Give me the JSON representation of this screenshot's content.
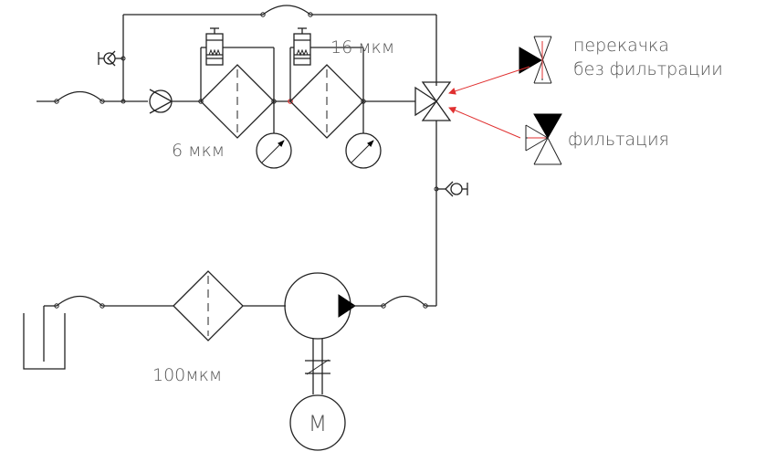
{
  "labels": {
    "filter_fine": "6 мкм",
    "filter_medium": "16 мкм",
    "filter_suction": "100мкм",
    "motor": "М",
    "legend_bypass_line1": "перекачка",
    "legend_bypass_line2": "без фильтрации",
    "legend_filtration": "фильтация"
  },
  "icons": {
    "check_valve": "check-valve-icon",
    "quick_coupling": "quick-coupling-icon",
    "filter": "filter-icon",
    "manometer": "pressure-gauge-icon",
    "clog_indicator": "clog-indicator-icon",
    "three_way_valve": "three-way-valve-icon",
    "pump": "pump-icon",
    "motor": "electric-motor-icon",
    "tank": "tank-icon",
    "hose": "hose-icon"
  },
  "colors": {
    "line": "#222222",
    "text": "#555555",
    "pointer": "#e03030"
  }
}
